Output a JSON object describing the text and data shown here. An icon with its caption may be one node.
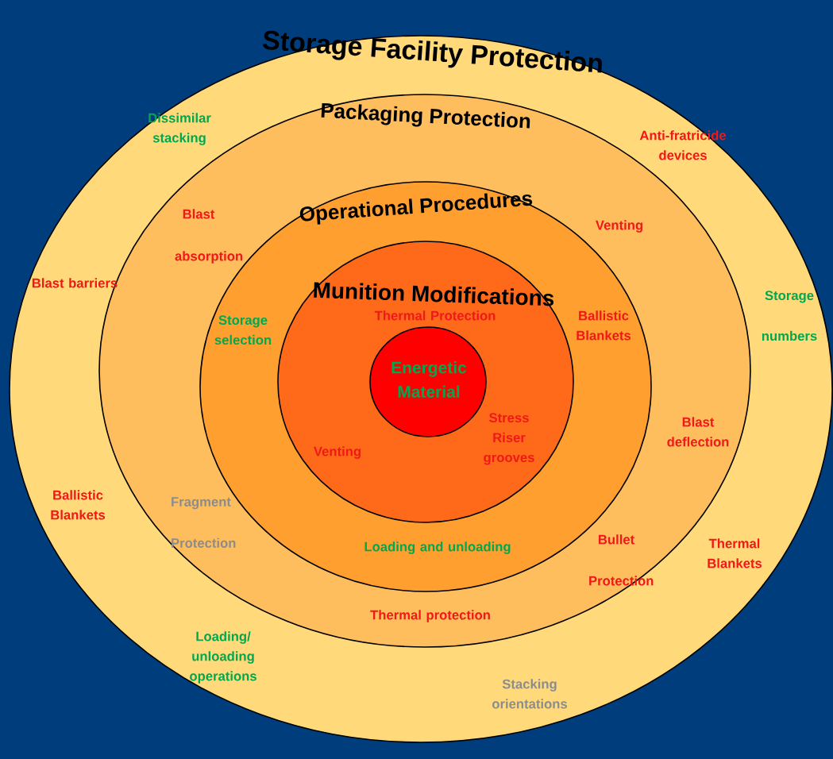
{
  "diagram": {
    "nodes": [
      {
        "text": [
          "Storage Facility Protection",
          "Dissimilar stacking",
          "Anti-fratricide devices",
          "Blast barriers",
          "Storage numbers",
          "Ballistic Blankets",
          "Thermal Blankets",
          "Loading/ unloading operations",
          "Stacking orientations"
        ]
      },
      {
        "text": [
          "Packaging Protection",
          "Blast absorption",
          "Venting",
          "Blast deflection",
          "Fragment Protection",
          "Bullet Protection",
          "Thermal protection"
        ],
        "in": 0
      },
      {
        "text": [
          "Operational Procedures",
          "Storage selection",
          "Ballistic Blankets",
          "Loading and unloading"
        ],
        "in": 1
      },
      {
        "text": [
          "Munition Modifications",
          "Thermal Protection",
          "Venting",
          "Stress Riser grooves"
        ],
        "in": 2
      },
      {
        "text": [
          "Energetic Material"
        ],
        "in": 3
      }
    ]
  }
}
